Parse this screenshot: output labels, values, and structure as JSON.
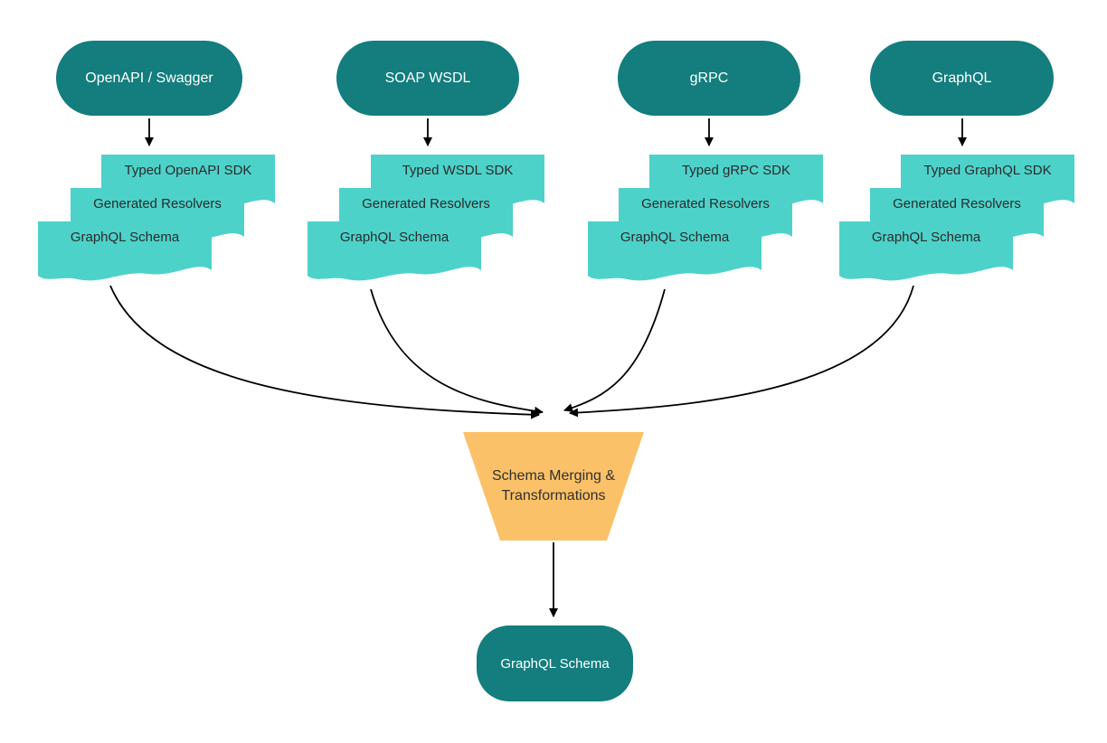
{
  "diagram": {
    "colors": {
      "source_fill": "#147D7D",
      "artifact_fill": "#4DD2CA",
      "merge_fill": "#FBC168",
      "arrow": "#000000",
      "source_text": "#FFFFFF",
      "artifact_text": "#2B2B2B"
    },
    "sources": [
      {
        "label": "OpenAPI / Swagger",
        "artifacts": [
          "Typed OpenAPI SDK",
          "Generated Resolvers",
          "GraphQL Schema"
        ]
      },
      {
        "label": "SOAP WSDL",
        "artifacts": [
          "Typed WSDL SDK",
          "Generated Resolvers",
          "GraphQL Schema"
        ]
      },
      {
        "label": "gRPC",
        "artifacts": [
          "Typed gRPC SDK",
          "Generated Resolvers",
          "GraphQL Schema"
        ]
      },
      {
        "label": "GraphQL",
        "artifacts": [
          "Typed GraphQL SDK",
          "Generated Resolvers",
          "GraphQL Schema"
        ]
      }
    ],
    "merge": {
      "line1": "Schema Merging &",
      "line2": "Transformations"
    },
    "output": {
      "label": "GraphQL Schema"
    }
  }
}
